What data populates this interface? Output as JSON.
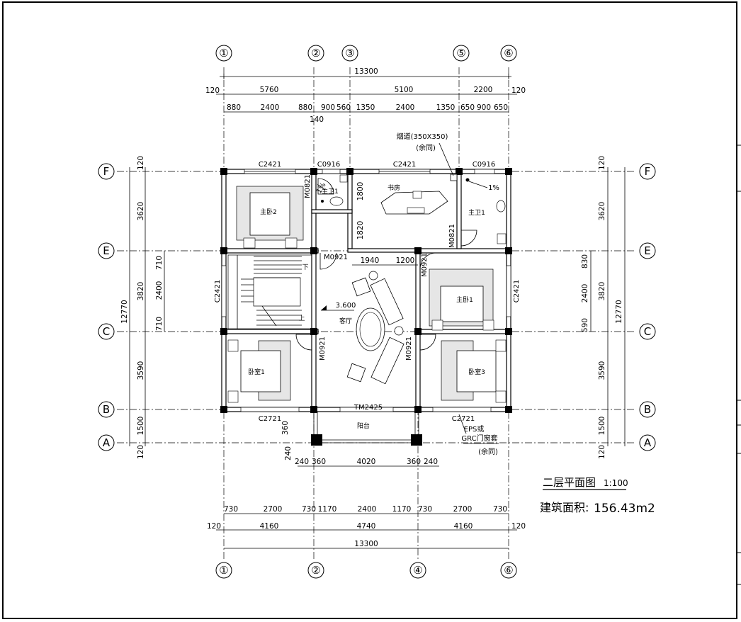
{
  "drawing": {
    "title": "二层平面图",
    "scale": "1:100",
    "area_label": "建筑面积:",
    "area_value": "156.43m2"
  },
  "axes": {
    "top": [
      "①",
      "②",
      "③",
      "⑤",
      "⑥"
    ],
    "bottom": [
      "①",
      "②",
      "④",
      "⑥"
    ],
    "left": [
      "F",
      "E",
      "C",
      "B",
      "A"
    ],
    "right": [
      "F",
      "E",
      "C",
      "B",
      "A"
    ]
  },
  "dims": {
    "top_total": "13300",
    "top_mid": [
      "120",
      "5760",
      "5100",
      "2200",
      "120"
    ],
    "top_detail": [
      "880",
      "2400",
      "880",
      "900",
      "560",
      "1350",
      "2400",
      "1350",
      "650",
      "900",
      "650"
    ],
    "top_small": "140",
    "bottom_detail": [
      "730",
      "2700",
      "730",
      "1170",
      "2400",
      "1170",
      "730",
      "2700",
      "730"
    ],
    "bottom_mid": [
      "120",
      "4160",
      "4740",
      "4160",
      "120"
    ],
    "bottom_total": "13300",
    "balcony": [
      "240",
      "360",
      "4020",
      "360",
      "240"
    ],
    "balcony_v": [
      "360",
      "240"
    ],
    "left_outer": [
      "120",
      "3620",
      "3820",
      "3590",
      "1500",
      "120"
    ],
    "left_total": "12770",
    "left_inner": [
      "710",
      "2400",
      "710"
    ],
    "right_outer": [
      "120",
      "3620",
      "3820",
      "3590",
      "1500",
      "120"
    ],
    "right_total": "12770",
    "right_inner": [
      "830",
      "2400",
      "590"
    ],
    "interior": [
      "1800",
      "1820",
      "1940",
      "1200"
    ]
  },
  "openings": {
    "c2421_a": "C2421",
    "c0916_a": "C0916",
    "c2421_b": "C2421",
    "c0916_b": "C0916",
    "c2421_left": "C2421",
    "c2421_right": "C2421",
    "c2721_left": "C2721",
    "c2721_right": "C2721",
    "tm2425": "TM2425",
    "m0821_a": "M0821",
    "m0821_b": "M0821",
    "m0921_a": "M0921",
    "m0921_b": "M0921",
    "m0921_c": "M0921",
    "m0921_d": "M0921"
  },
  "rooms": {
    "master2": "主卧2",
    "bath2": "主卫1",
    "study": "书房",
    "master_bath": "主卫1",
    "master1": "主卧1",
    "living": "客厅",
    "bed1": "卧室1",
    "bed3": "卧室3",
    "balcony": "阳台",
    "stair_down": "下",
    "stair_up": "上"
  },
  "notes": {
    "flue": "烟道(350X350)",
    "flue_note": "(余同)",
    "slope1": "1%",
    "slope2": "1%",
    "level": "3.600",
    "eps1": "EPS或",
    "eps2": "GRC门窗套",
    "eps3": "(余同)"
  }
}
